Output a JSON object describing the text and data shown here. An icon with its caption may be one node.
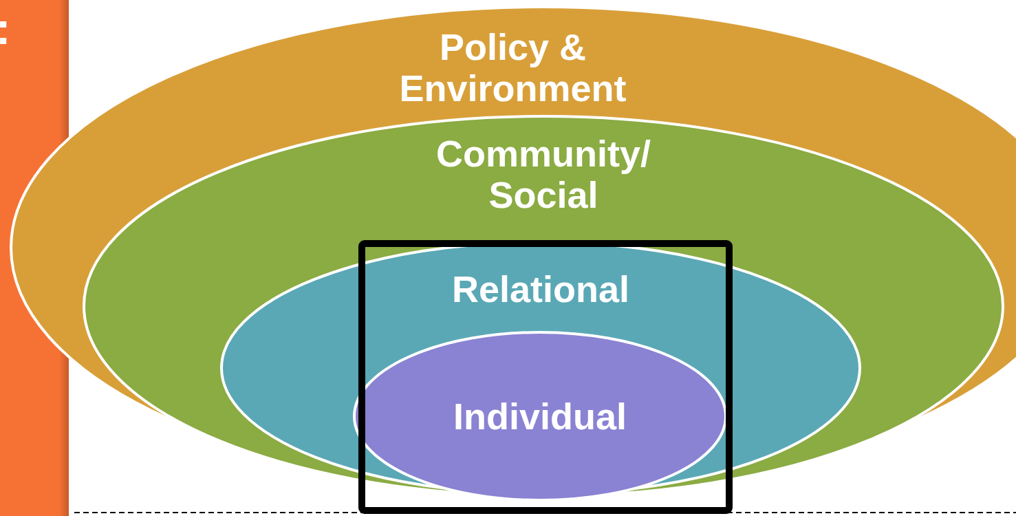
{
  "diagram": {
    "nodes": [
      {
        "text": [
          "Policy & Environment"
        ]
      },
      {
        "text": [
          "Community/ Social"
        ],
        "in": 0
      },
      {
        "text": [
          "Relational"
        ],
        "in": 1
      },
      {
        "text": [
          "Individual"
        ],
        "in": 2
      }
    ],
    "labels": [
      ":"
    ]
  }
}
